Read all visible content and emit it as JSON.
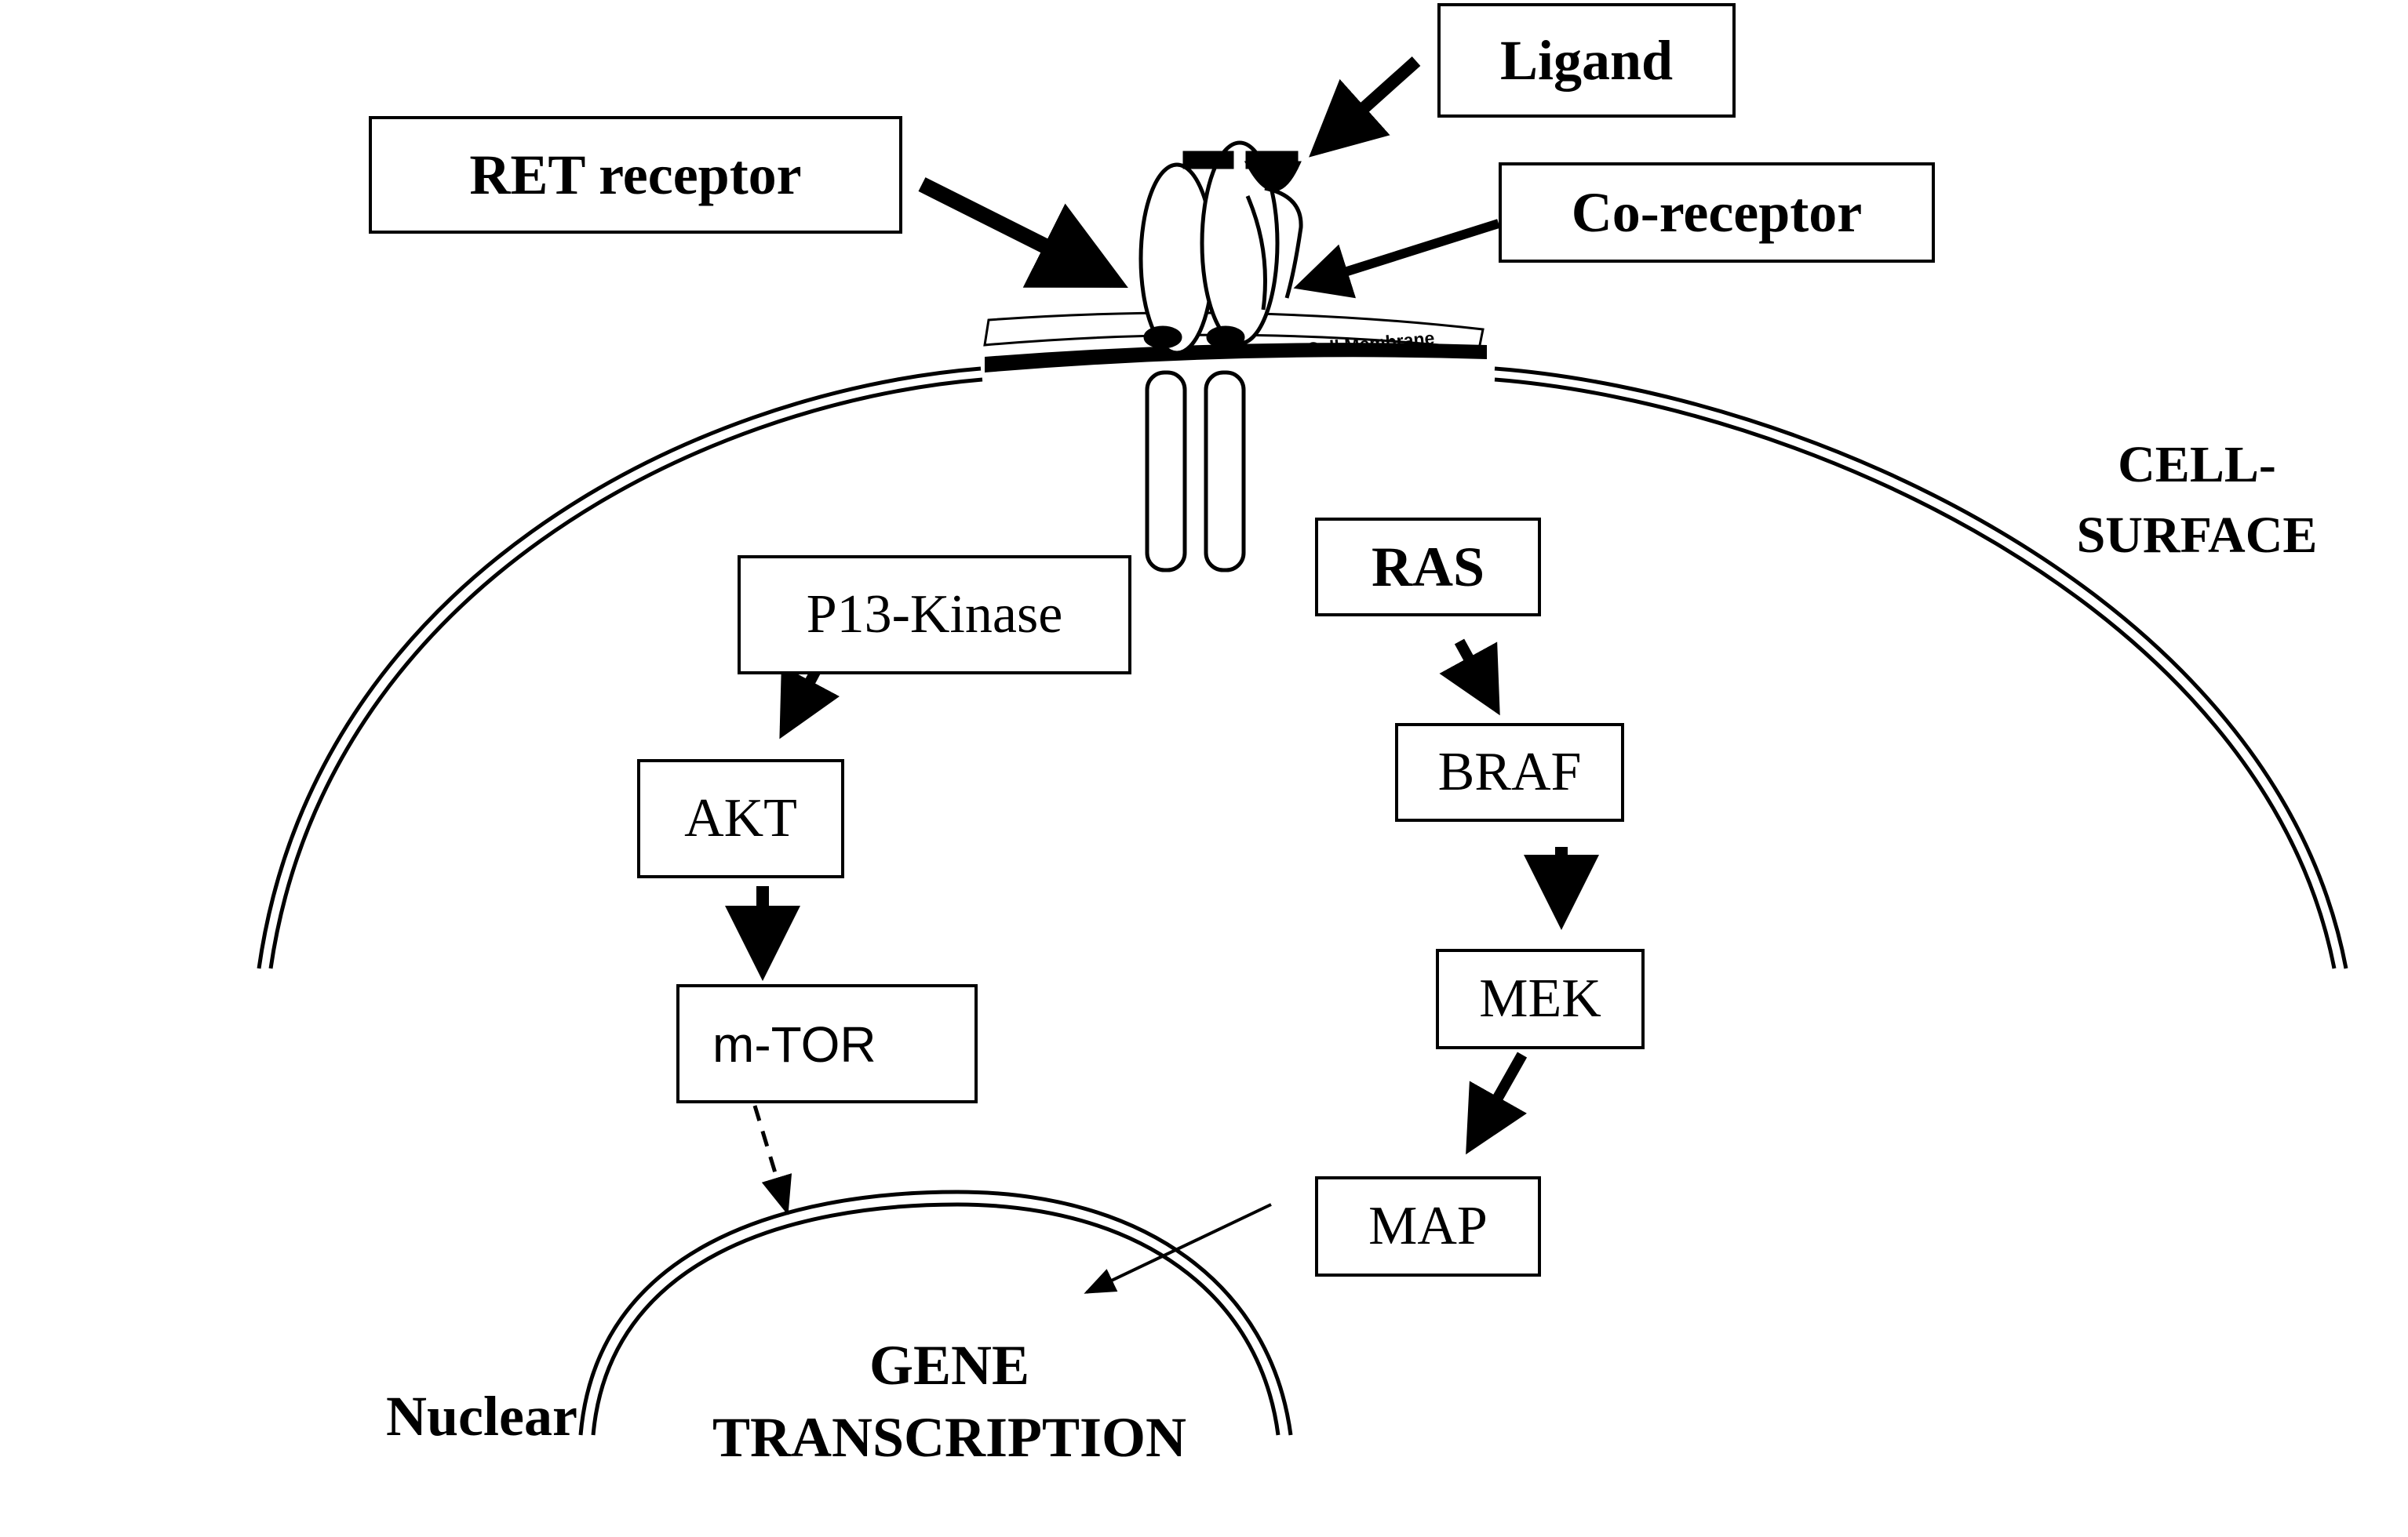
{
  "labels": {
    "ligand": "Ligand",
    "ret_receptor": "RET receptor",
    "co_receptor": "Co-receptor",
    "cell_membrane": "Cell Membrane",
    "cell_surface_line1": "CELL-",
    "cell_surface_line2": "SURFACE",
    "nuclear": "Nuclear",
    "gene_line1": "GENE",
    "gene_line2": "TRANSCRIPTION"
  },
  "nodes": {
    "pi3k": "P13-Kinase",
    "akt": "AKT",
    "mtor": "m-TOR",
    "ras": "RAS",
    "braf": "BRAF",
    "mek": "MEK",
    "map": "MAP"
  },
  "colors": {
    "ink": "#000000",
    "background": "#ffffff"
  }
}
